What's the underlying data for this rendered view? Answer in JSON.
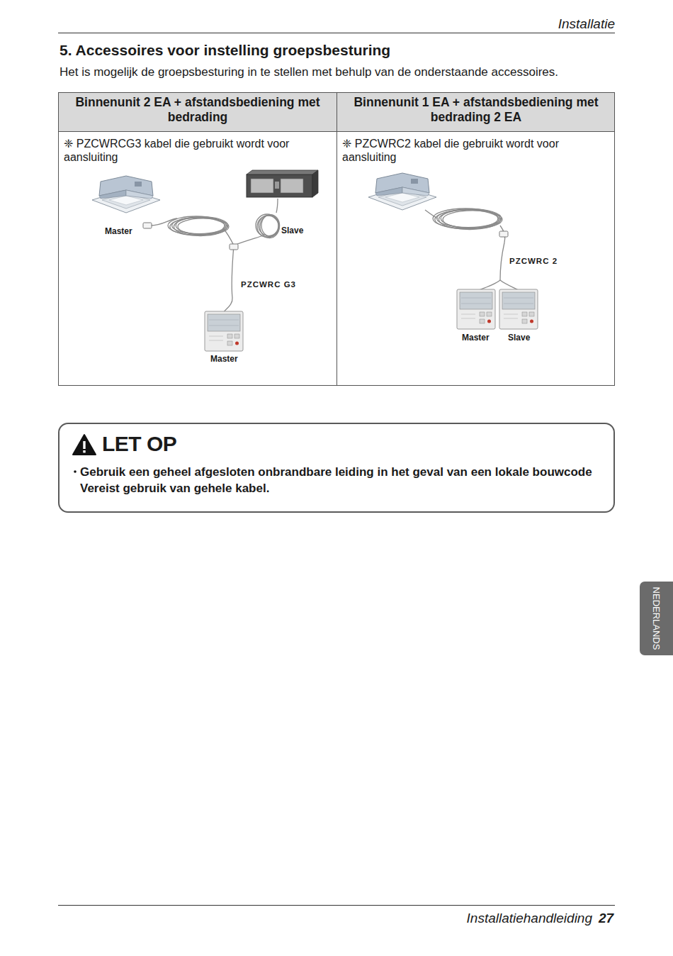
{
  "diagram": {
    "title": "5. Accessoires voor instelling groepsbesturing",
    "nodes": [
      {
        "text": [
          "LET OP",
          "Gebruik een geheel afgesloten onbrandbare leiding in het geval van een lokale bouwcode Vereist gebruik van gehele kabel."
        ]
      }
    ],
    "labels": [
      "Installatie",
      "Het is mogelijk de groepsbesturing in te stellen met behulp van de onderstaande accessoires.",
      "Binnenunit 2 EA + afstandsbediening met bedrading",
      "Binnenunit 1 EA + afstandsbediening met bedrading 2 EA",
      "❈ PZCWRCG3 kabel die gebruikt wordt voor aansluiting",
      "❈ PZCWRC2 kabel die gebruikt wordt voor aansluiting",
      "Master",
      "Slave",
      "PZCWRC G3",
      "Master",
      "PZCWRC 2",
      "Master",
      "Slave",
      "NEDERLANDS",
      "Installatiehandleiding",
      "27"
    ]
  }
}
